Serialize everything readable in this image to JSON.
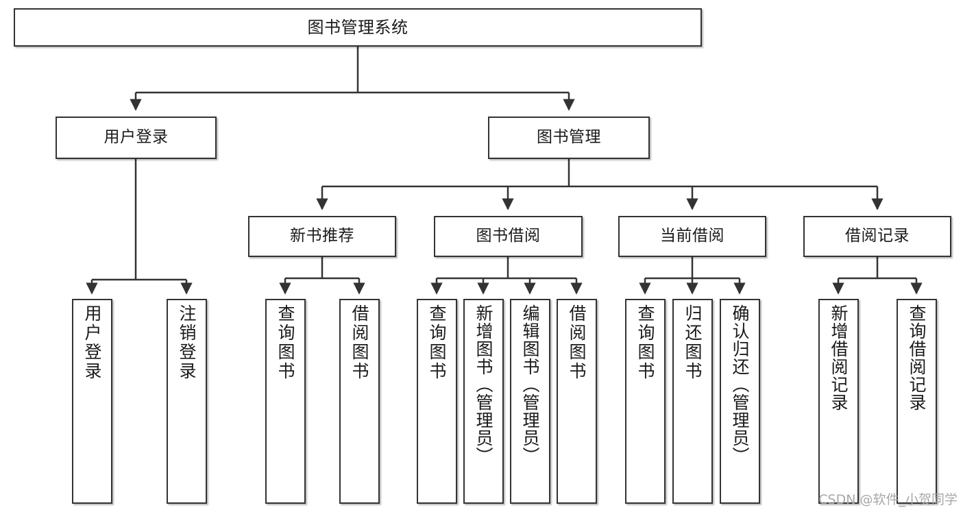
{
  "diagram": {
    "title": "图书管理系统",
    "type": "tree-hierarchy-diagram",
    "watermark": "CSDN @软件_小贺同学",
    "colors": {
      "box_border": "#333333",
      "box_fill": "#ffffff",
      "edge": "#333333",
      "text": "#1a1a1a",
      "watermark": "#a8a8a8"
    },
    "nodes": {
      "root": {
        "label": "图书管理系统"
      },
      "level2": [
        {
          "id": "user-login",
          "label": "用户登录"
        },
        {
          "id": "book-manage",
          "label": "图书管理"
        }
      ],
      "level3": [
        {
          "id": "new-book-rec",
          "label": "新书推荐"
        },
        {
          "id": "book-borrow",
          "label": "图书借阅"
        },
        {
          "id": "current-borrow",
          "label": "当前借阅"
        },
        {
          "id": "borrow-record",
          "label": "借阅记录"
        }
      ],
      "leaves": {
        "user-login": [
          {
            "id": "leaf-user-login",
            "label": "用户登录"
          },
          {
            "id": "leaf-user-logout",
            "label": "注销登录"
          }
        ],
        "new-book-rec": [
          {
            "id": "leaf-query-book-1",
            "label": "查询图书"
          },
          {
            "id": "leaf-borrow-book-1",
            "label": "借阅图书"
          }
        ],
        "book-borrow": [
          {
            "id": "leaf-query-book-2",
            "label": "查询图书"
          },
          {
            "id": "leaf-add-book",
            "label": "新增图书（管理员）"
          },
          {
            "id": "leaf-edit-book",
            "label": "编辑图书（管理员）"
          },
          {
            "id": "leaf-borrow-book-2",
            "label": "借阅图书"
          }
        ],
        "current-borrow": [
          {
            "id": "leaf-query-book-3",
            "label": "查询图书"
          },
          {
            "id": "leaf-return-book",
            "label": "归还图书"
          },
          {
            "id": "leaf-confirm-return",
            "label": "确认归还（管理员）"
          }
        ],
        "borrow-record": [
          {
            "id": "leaf-add-record",
            "label": "新增借阅记录"
          },
          {
            "id": "leaf-query-record",
            "label": "查询借阅记录"
          }
        ]
      }
    }
  }
}
